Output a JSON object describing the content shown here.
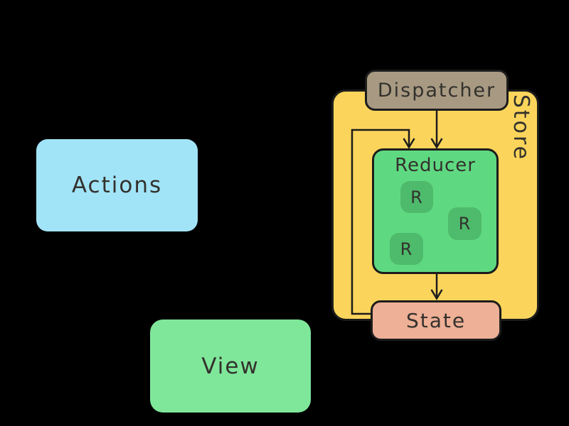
{
  "colors": {
    "background": "#000000",
    "store-fill": "#fbd55b",
    "dispatcher-fill": "#a89a82",
    "reducer-fill": "#5fd981",
    "reducer-instance-fill": "#4eba6b",
    "state-fill": "#eeb096",
    "actions-fill": "#a2e4f7",
    "view-fill": "#7fe79a",
    "line": "#1c1c1c",
    "text": "#33312d"
  },
  "diagram": {
    "type": "flow",
    "nodes": {
      "actions": {
        "label": "Actions"
      },
      "view": {
        "label": "View"
      },
      "store": {
        "label": "Store"
      },
      "dispatcher": {
        "label": "Dispatcher"
      },
      "reducer": {
        "label": "Reducer",
        "instances": [
          {
            "label": "R"
          },
          {
            "label": "R"
          },
          {
            "label": "R"
          }
        ]
      },
      "state": {
        "label": "State"
      }
    },
    "edges": [
      {
        "from": "dispatcher",
        "to": "reducer",
        "style": "arrow"
      },
      {
        "from": "reducer",
        "to": "state",
        "style": "arrow"
      },
      {
        "from": "state",
        "to": "reducer",
        "style": "arrow-feedback-loop"
      }
    ]
  }
}
